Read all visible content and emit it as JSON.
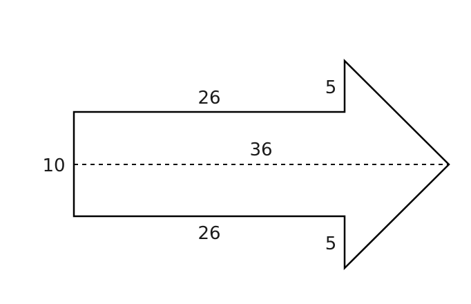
{
  "diagram": {
    "labels": {
      "top_shaft_length": "26",
      "top_head_offset": "5",
      "total_length": "36",
      "shaft_width": "10",
      "bottom_shaft_length": "26",
      "bottom_head_offset": "5"
    },
    "colors": {
      "stroke": "#000000",
      "fill": "#ffffff",
      "text": "#1a1a1a"
    }
  }
}
